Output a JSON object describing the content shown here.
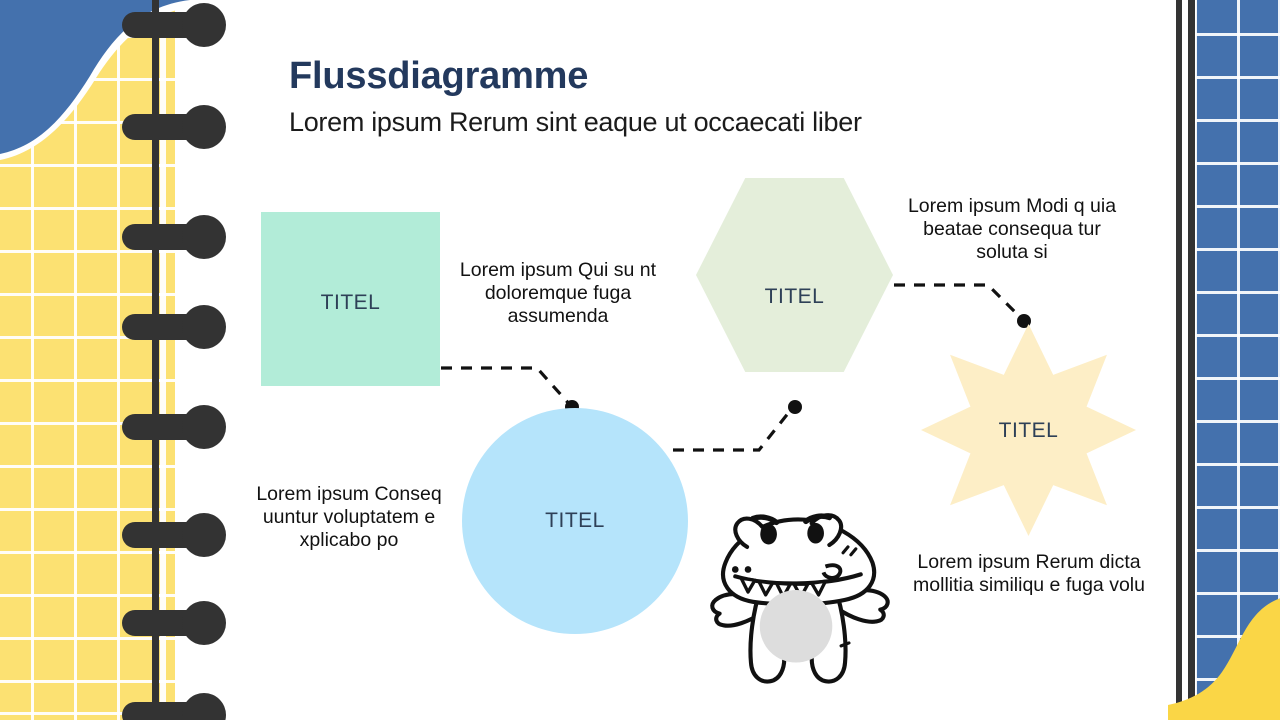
{
  "header": {
    "title": "Flussdiagramme",
    "subtitle": "Lorem ipsum Rerum sint eaque ut occaecati liber"
  },
  "colors": {
    "title": "#23395d",
    "node_label": "#2e4057",
    "square": "#b2ecd8",
    "circle": "#b5e4fb",
    "hexagon": "#e4eeda",
    "star": "#fdeec6",
    "accent_blue": "#4471ad",
    "accent_yellow": "#fce172",
    "ink": "#333333"
  },
  "diagram": {
    "nodes": [
      {
        "id": "square",
        "shape": "square",
        "label": "TITEL"
      },
      {
        "id": "circle",
        "shape": "circle",
        "label": "TITEL"
      },
      {
        "id": "hexagon",
        "shape": "hexagon",
        "label": "TITEL"
      },
      {
        "id": "star",
        "shape": "star-8",
        "label": "TITEL"
      }
    ],
    "captions": [
      {
        "id": "caption-square-circle",
        "text": "Lorem ipsum Qui su nt doloremque fuga assumenda"
      },
      {
        "id": "caption-circle",
        "text": "Lorem ipsum Conseq uuntur voluptatem e xplicabo po"
      },
      {
        "id": "caption-hexagon-star",
        "text": "Lorem ipsum Modi q uia beatae consequa tur soluta si"
      },
      {
        "id": "caption-star",
        "text": "Lorem ipsum Rerum dicta mollitia similiqu e fuga volu"
      }
    ],
    "connectors": [
      {
        "from": "square",
        "to": "circle",
        "style": "dashed"
      },
      {
        "from": "circle",
        "to": "hexagon",
        "style": "dashed"
      },
      {
        "from": "hexagon",
        "to": "star",
        "style": "dashed"
      }
    ]
  },
  "decor": {
    "mascot": "crocodile-mascot",
    "spiral_ring_count": 8,
    "left_panel": "yellow-grid-paper",
    "right_panel": "blue-grid-paper"
  }
}
